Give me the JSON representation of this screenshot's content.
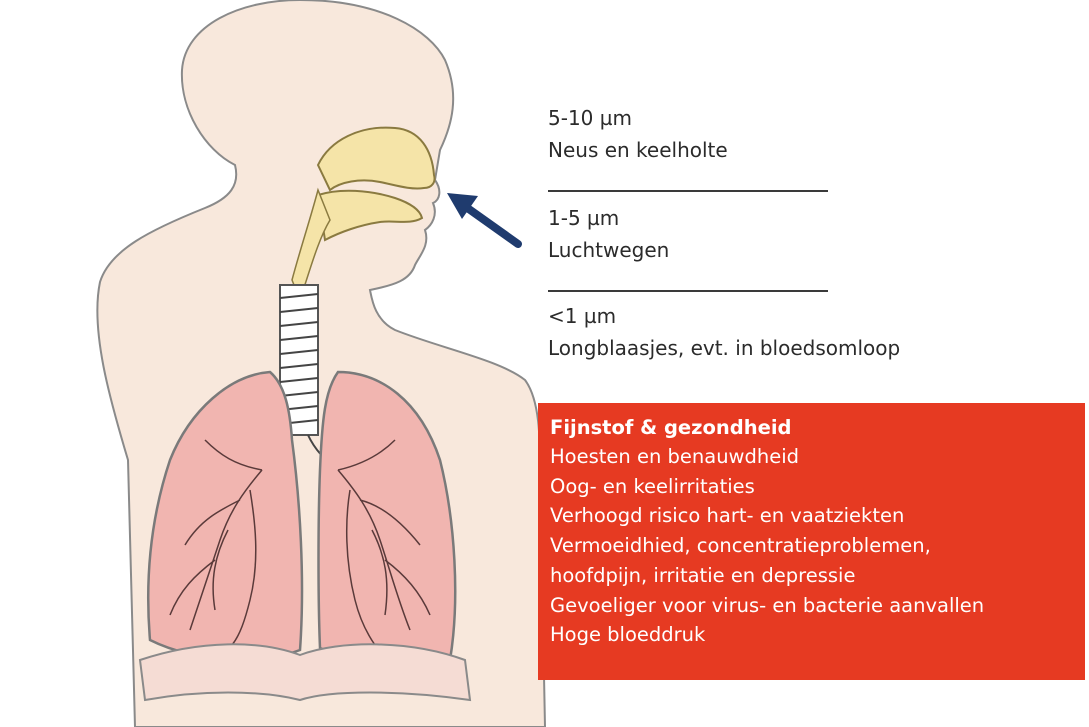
{
  "colors": {
    "box_background": "#e63a22",
    "box_text": "#ffffff",
    "arrow": "#1f3b6e",
    "skin": "#f8e8dc",
    "lung_fill": "#f1b5b0",
    "nasal_cavity": "#f5e4a8"
  },
  "icons": {
    "arrow": "arrow-pointing-to-nose-icon",
    "figure": "human-respiratory-system-illustration"
  },
  "particle_sizes": [
    {
      "size": "5-10 µm",
      "region": "Neus en keelholte"
    },
    {
      "size": "1-5 µm",
      "region": "Luchtwegen"
    },
    {
      "size": "<1 µm",
      "region": "Longblaasjes, evt. in bloedsomloop"
    }
  ],
  "health_box": {
    "title": "Fijnstof & gezondheid",
    "items": [
      "Hoesten en benauwdheid",
      "Oog- en keelirritaties",
      "Verhoogd risico hart- en vaatziekten",
      "Vermoeidhied, concentratieproblemen,",
      "hoofdpijn, irritatie en depressie",
      "Gevoeliger voor virus- en bacterie aanvallen",
      "Hoge bloeddruk"
    ]
  }
}
